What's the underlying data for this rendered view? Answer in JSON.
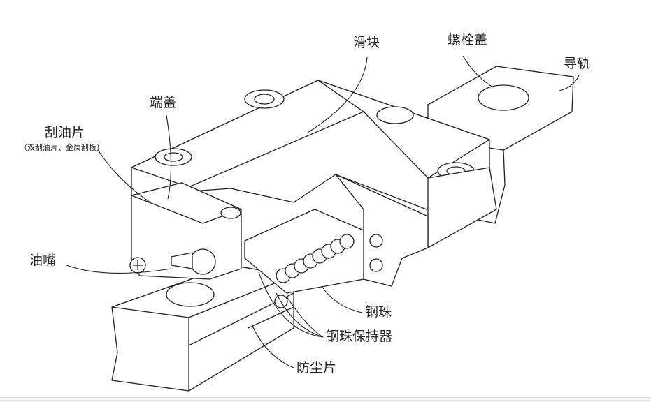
{
  "diagram": {
    "labels": {
      "slider": "滑块",
      "bolt_cap": "螺栓盖",
      "rail": "导轨",
      "end_cap": "端盖",
      "scraper": "刮油片",
      "scraper_note": "（双刮油片、金属刮板）",
      "grease_nipple": "油嘴",
      "steel_ball": "钢珠",
      "ball_retainer": "钢珠保持器",
      "dust_seal": "防尘片"
    },
    "colors": {
      "line": "#222222",
      "fill": "#ffffff",
      "shade": "#e8e8e8"
    }
  }
}
